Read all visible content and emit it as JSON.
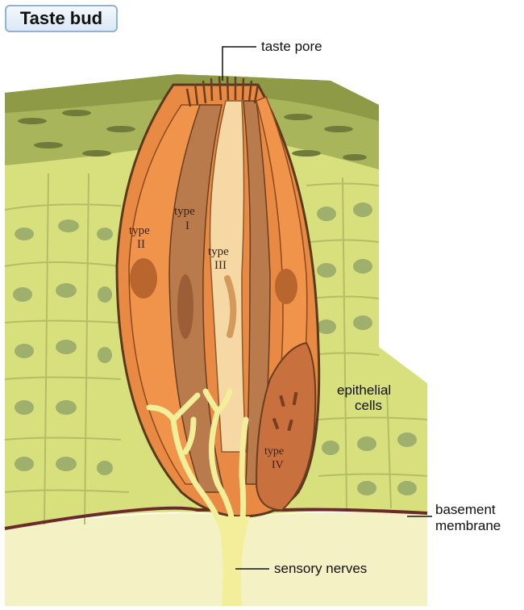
{
  "title": "Taste bud",
  "labels": {
    "taste_pore": "taste pore",
    "epithelial_line1": "epithelial",
    "epithelial_line2": "cells",
    "basement_line1": "basement",
    "basement_line2": "membrane",
    "sensory_nerves": "sensory nerves"
  },
  "cell_types": {
    "type_word": "type",
    "type1": "I",
    "type2": "II",
    "type3": "III",
    "type4": "IV"
  },
  "colors": {
    "epithelium": "#d8e07e",
    "epithelium_dark": "#6e7b3a",
    "nucleus": "#9fb06c",
    "type2_cell": "#f0944c",
    "type1_cell": "#b97a4c",
    "type3_cell": "#f5d8a4",
    "type4_cell": "#c8703e",
    "nerve": "#f2ee9a",
    "membrane": "#6b2a2a",
    "below_membrane": "#f4f2c4"
  }
}
